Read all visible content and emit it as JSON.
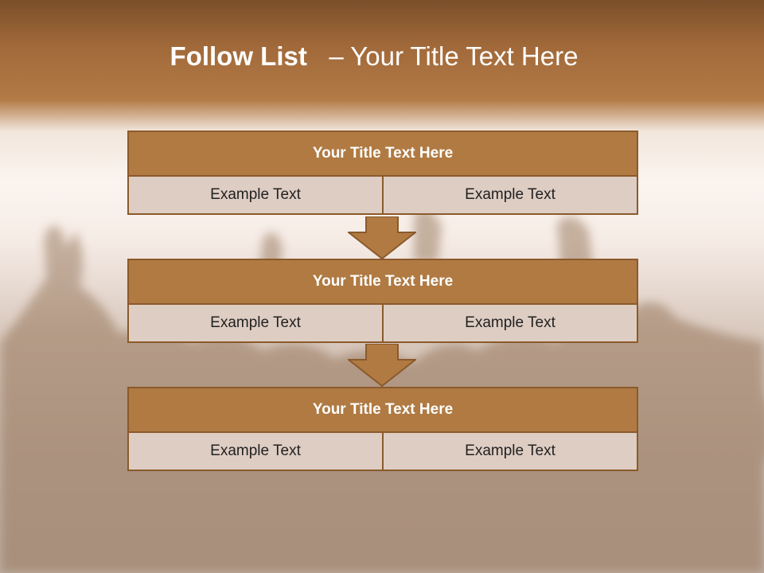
{
  "slide": {
    "title_bold": "Follow List",
    "title_rest": "– Your Title Text Here",
    "blocks": [
      {
        "title": "Your Title Text Here",
        "left": "Example Text",
        "right": "Example Text"
      },
      {
        "title": "Your Title Text Here",
        "left": "Example Text",
        "right": "Example Text"
      },
      {
        "title": "Your Title Text Here",
        "left": "Example Text",
        "right": "Example Text"
      }
    ]
  },
  "colors": {
    "header_fill": "#b07a42",
    "cell_fill": "#decdc3",
    "border": "#8a5a2c",
    "banner": "#a26a3a"
  }
}
